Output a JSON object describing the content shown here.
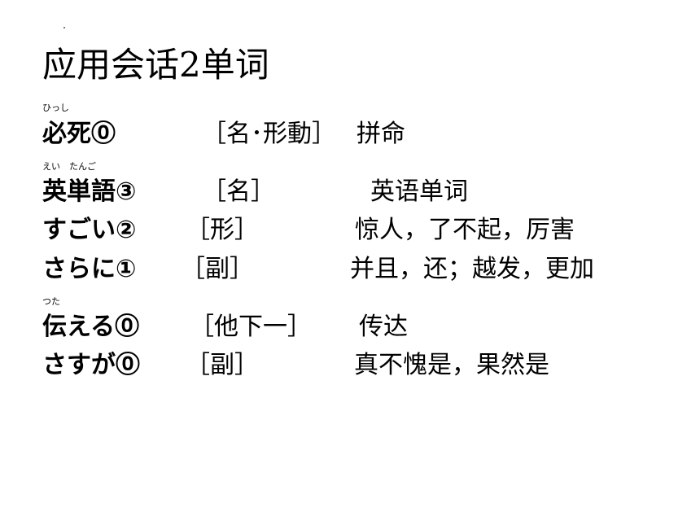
{
  "slide": {
    "title": "应用会话2单词",
    "entries": [
      {
        "ruby": "ひっし",
        "word": "必死⓪",
        "pos": "［名･形動］",
        "meaning": "拼命"
      },
      {
        "ruby": "えい　たんご",
        "word": "英単語③",
        "pos": "［名］",
        "meaning": "英语单词"
      },
      {
        "ruby": "",
        "word": "すごい②",
        "pos": "［形］",
        "meaning": "惊人，了不起，厉害"
      },
      {
        "ruby": "",
        "word": "さらに①",
        "pos": "［副］",
        "meaning": "并且，还；越发，更加"
      },
      {
        "ruby": "つた",
        "word": "伝える⓪",
        "pos": "［他下一］",
        "meaning": "传达"
      },
      {
        "ruby": "",
        "word": "さすが⓪",
        "pos": "［副］",
        "meaning": "真不愧是，果然是"
      }
    ]
  }
}
